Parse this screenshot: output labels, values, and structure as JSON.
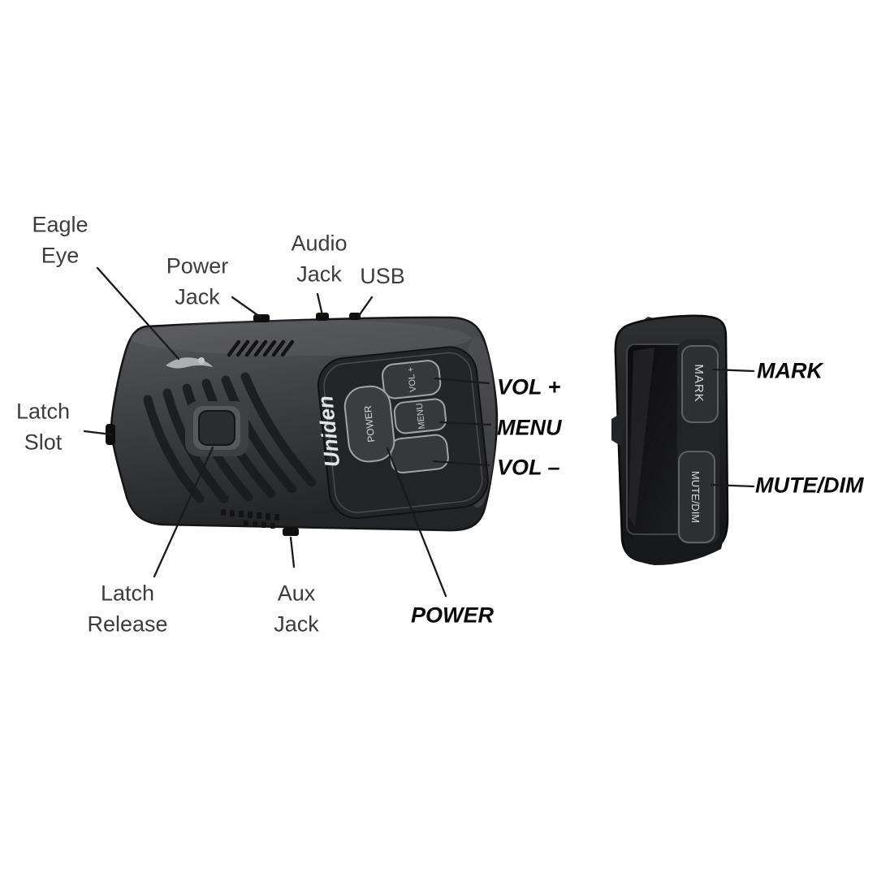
{
  "labels": {
    "eagle_eye": "Eagle\nEye",
    "power_jack": "Power\nJack",
    "audio_jack": "Audio\nJack",
    "usb": "USB",
    "latch_slot": "Latch\nSlot",
    "latch_release": "Latch\nRelease",
    "aux_jack": "Aux\nJack",
    "power": "POWER",
    "vol_plus": "VOL +",
    "menu": "MENU",
    "vol_minus": "VOL –",
    "mark": "MARK",
    "mute_dim": "MUTE/DIM"
  },
  "detector": {
    "brand": "Uniden",
    "keys": {
      "power": "POWER",
      "vol_plus": "VOL +",
      "menu": "MENU"
    }
  },
  "remote": {
    "keys": {
      "mark": "MARK",
      "mute_dim": "MUTE/DIM"
    }
  },
  "colors": {
    "label_text": "#3b3c3e",
    "callout_text": "#0a0a0a",
    "leader_line": "#1a1a1a",
    "device_body": "#3f4043"
  }
}
